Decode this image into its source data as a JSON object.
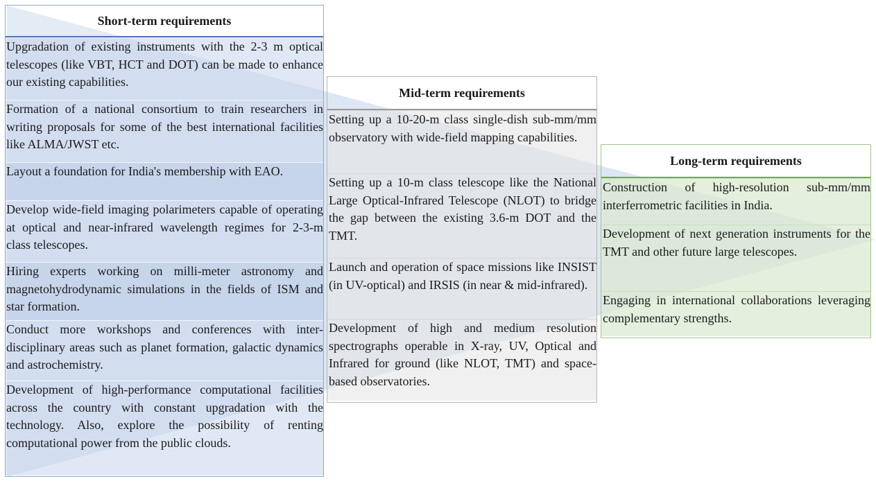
{
  "colors": {
    "short_fill": "#c9d5ec",
    "short_alt": "#b4c6e4",
    "mid_fill": "#e6e6e6",
    "long_fill": "#dbead2",
    "funnel": "#aec3e3"
  },
  "short_term": {
    "title": "Short-term  requirements",
    "items": [
      "Upgradation of existing instruments with the 2-3 m optical telescopes (like VBT, HCT and DOT) can be made to enhance our existing capabilities.",
      "Formation of a national consortium to train researchers in writing proposals for some of the best international facilities like ALMA/JWST etc.",
      "Layout a foundation for India's membership with EAO.",
      "Develop wide-field imaging polarimeters capable of operating at optical and near-infrared wavelength regimes for 2-3-m class telescopes.",
      "Hiring experts working on milli-meter astronomy and magnetohydrodynamic simulations in the fields of ISM and star formation.",
      "Conduct more workshops and conferences with inter-disciplinary areas such as planet formation, galactic dynamics and astrochemistry.",
      "Development of high-performance computational facilities across the country with constant upgradation with the technology. Also, explore the possibility of renting computational power from the public clouds."
    ]
  },
  "mid_term": {
    "title": "Mid-term  requirements",
    "items": [
      "Setting up a 10-20-m class single-dish sub-mm/mm observatory with wide-field mapping capabilities.",
      "Setting up a 10-m class telescope like the National Large Optical-Infrared Telescope (NLOT) to bridge the gap between the existing 3.6-m DOT and the TMT.",
      "Launch and operation of space missions like INSIST (in UV-optical) and IRSIS (in near & mid-infrared).",
      "Development of high and medium resolution spectrographs operable in X-ray, UV, Optical and Infrared for ground (like NLOT, TMT) and space-based observatories."
    ]
  },
  "long_term": {
    "title": "Long-term  requirements",
    "items": [
      "Construction of high-resolution sub-mm/mm interferrometric facilities in India.",
      "Development of next generation instruments for the TMT and other future large telescopes.",
      "Engaging in international collaborations leveraging complementary strengths."
    ]
  }
}
